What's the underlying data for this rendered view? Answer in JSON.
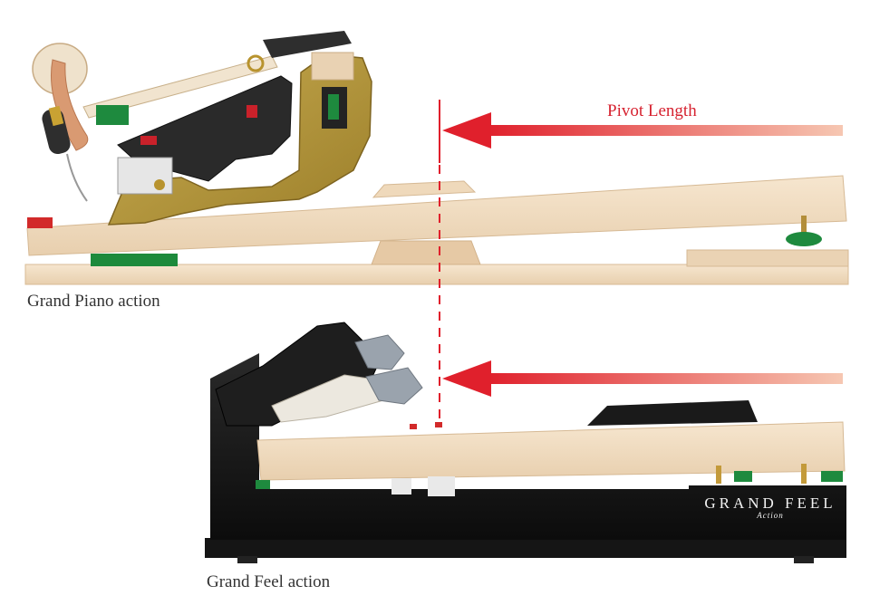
{
  "labels": {
    "pivot_length": "Pivot Length",
    "top_caption": "Grand Piano action",
    "bottom_caption": "Grand Feel action"
  },
  "logo": {
    "main": "Grand Feel",
    "sub": "Action"
  },
  "colors": {
    "arrow_red": "#e0202c",
    "wood_light": "#f0dcc0",
    "wood_shade": "#e3c7a3",
    "brass": "#b89a3c",
    "felt_green": "#1d8a3c",
    "action_black": "#141414",
    "caption_text": "#333333"
  }
}
